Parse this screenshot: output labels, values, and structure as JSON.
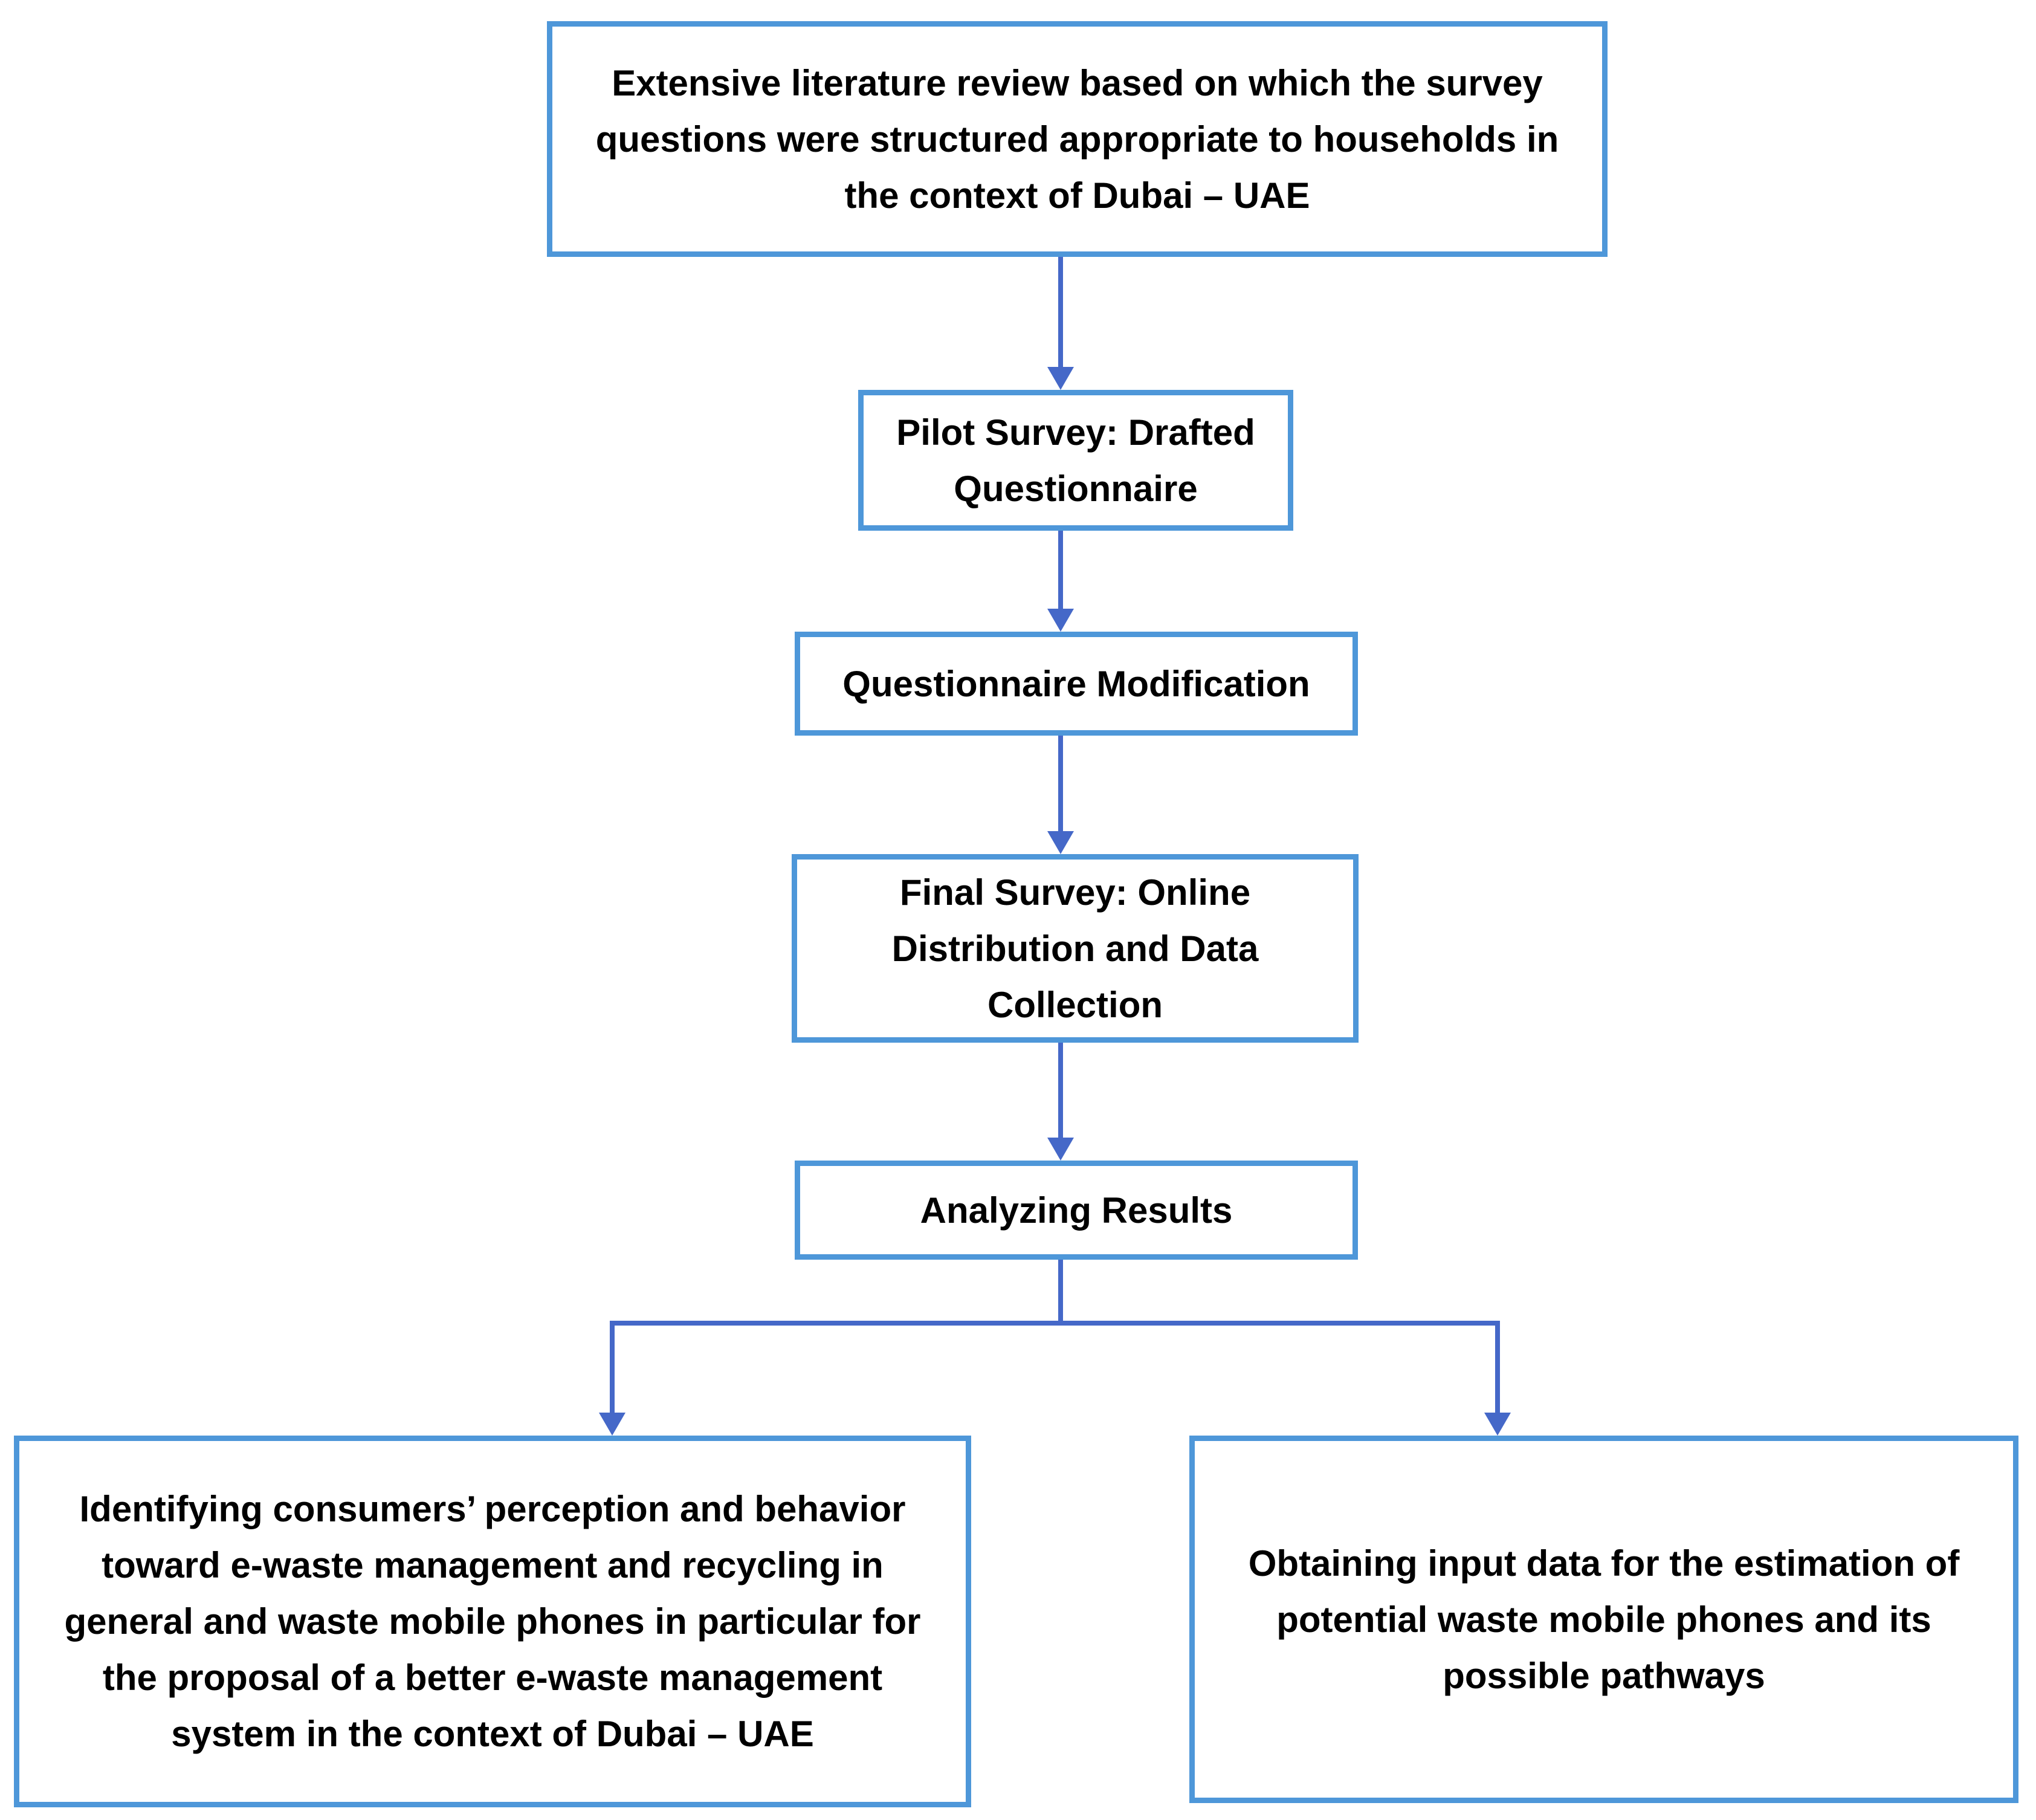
{
  "diagram": {
    "background": "#ffffff",
    "colors": {
      "box_border": "#4E97D9",
      "connector": "#4568C8",
      "text": "#000000"
    },
    "nodes": {
      "literature_review": {
        "text": "Extensive literature review based on which the survey\nquestions were structured appropriate to households in\nthe context of Dubai – UAE"
      },
      "pilot_survey": {
        "text": "Pilot Survey: Drafted\nQuestionnaire"
      },
      "questionnaire_modification": {
        "text": "Questionnaire Modification"
      },
      "final_survey": {
        "text": "Final Survey: Online\nDistribution and Data\nCollection"
      },
      "analyzing_results": {
        "text": "Analyzing Results"
      },
      "identifying_perception": {
        "text": "Identifying consumers’ perception and behavior\ntoward e-waste management and recycling in\ngeneral and waste mobile phones in particular for\nthe proposal of a better e-waste management\nsystem in the context of Dubai – UAE"
      },
      "obtaining_input_data": {
        "text": "Obtaining input data for the estimation of\npotential waste mobile phones and its\npossible pathways"
      }
    }
  }
}
